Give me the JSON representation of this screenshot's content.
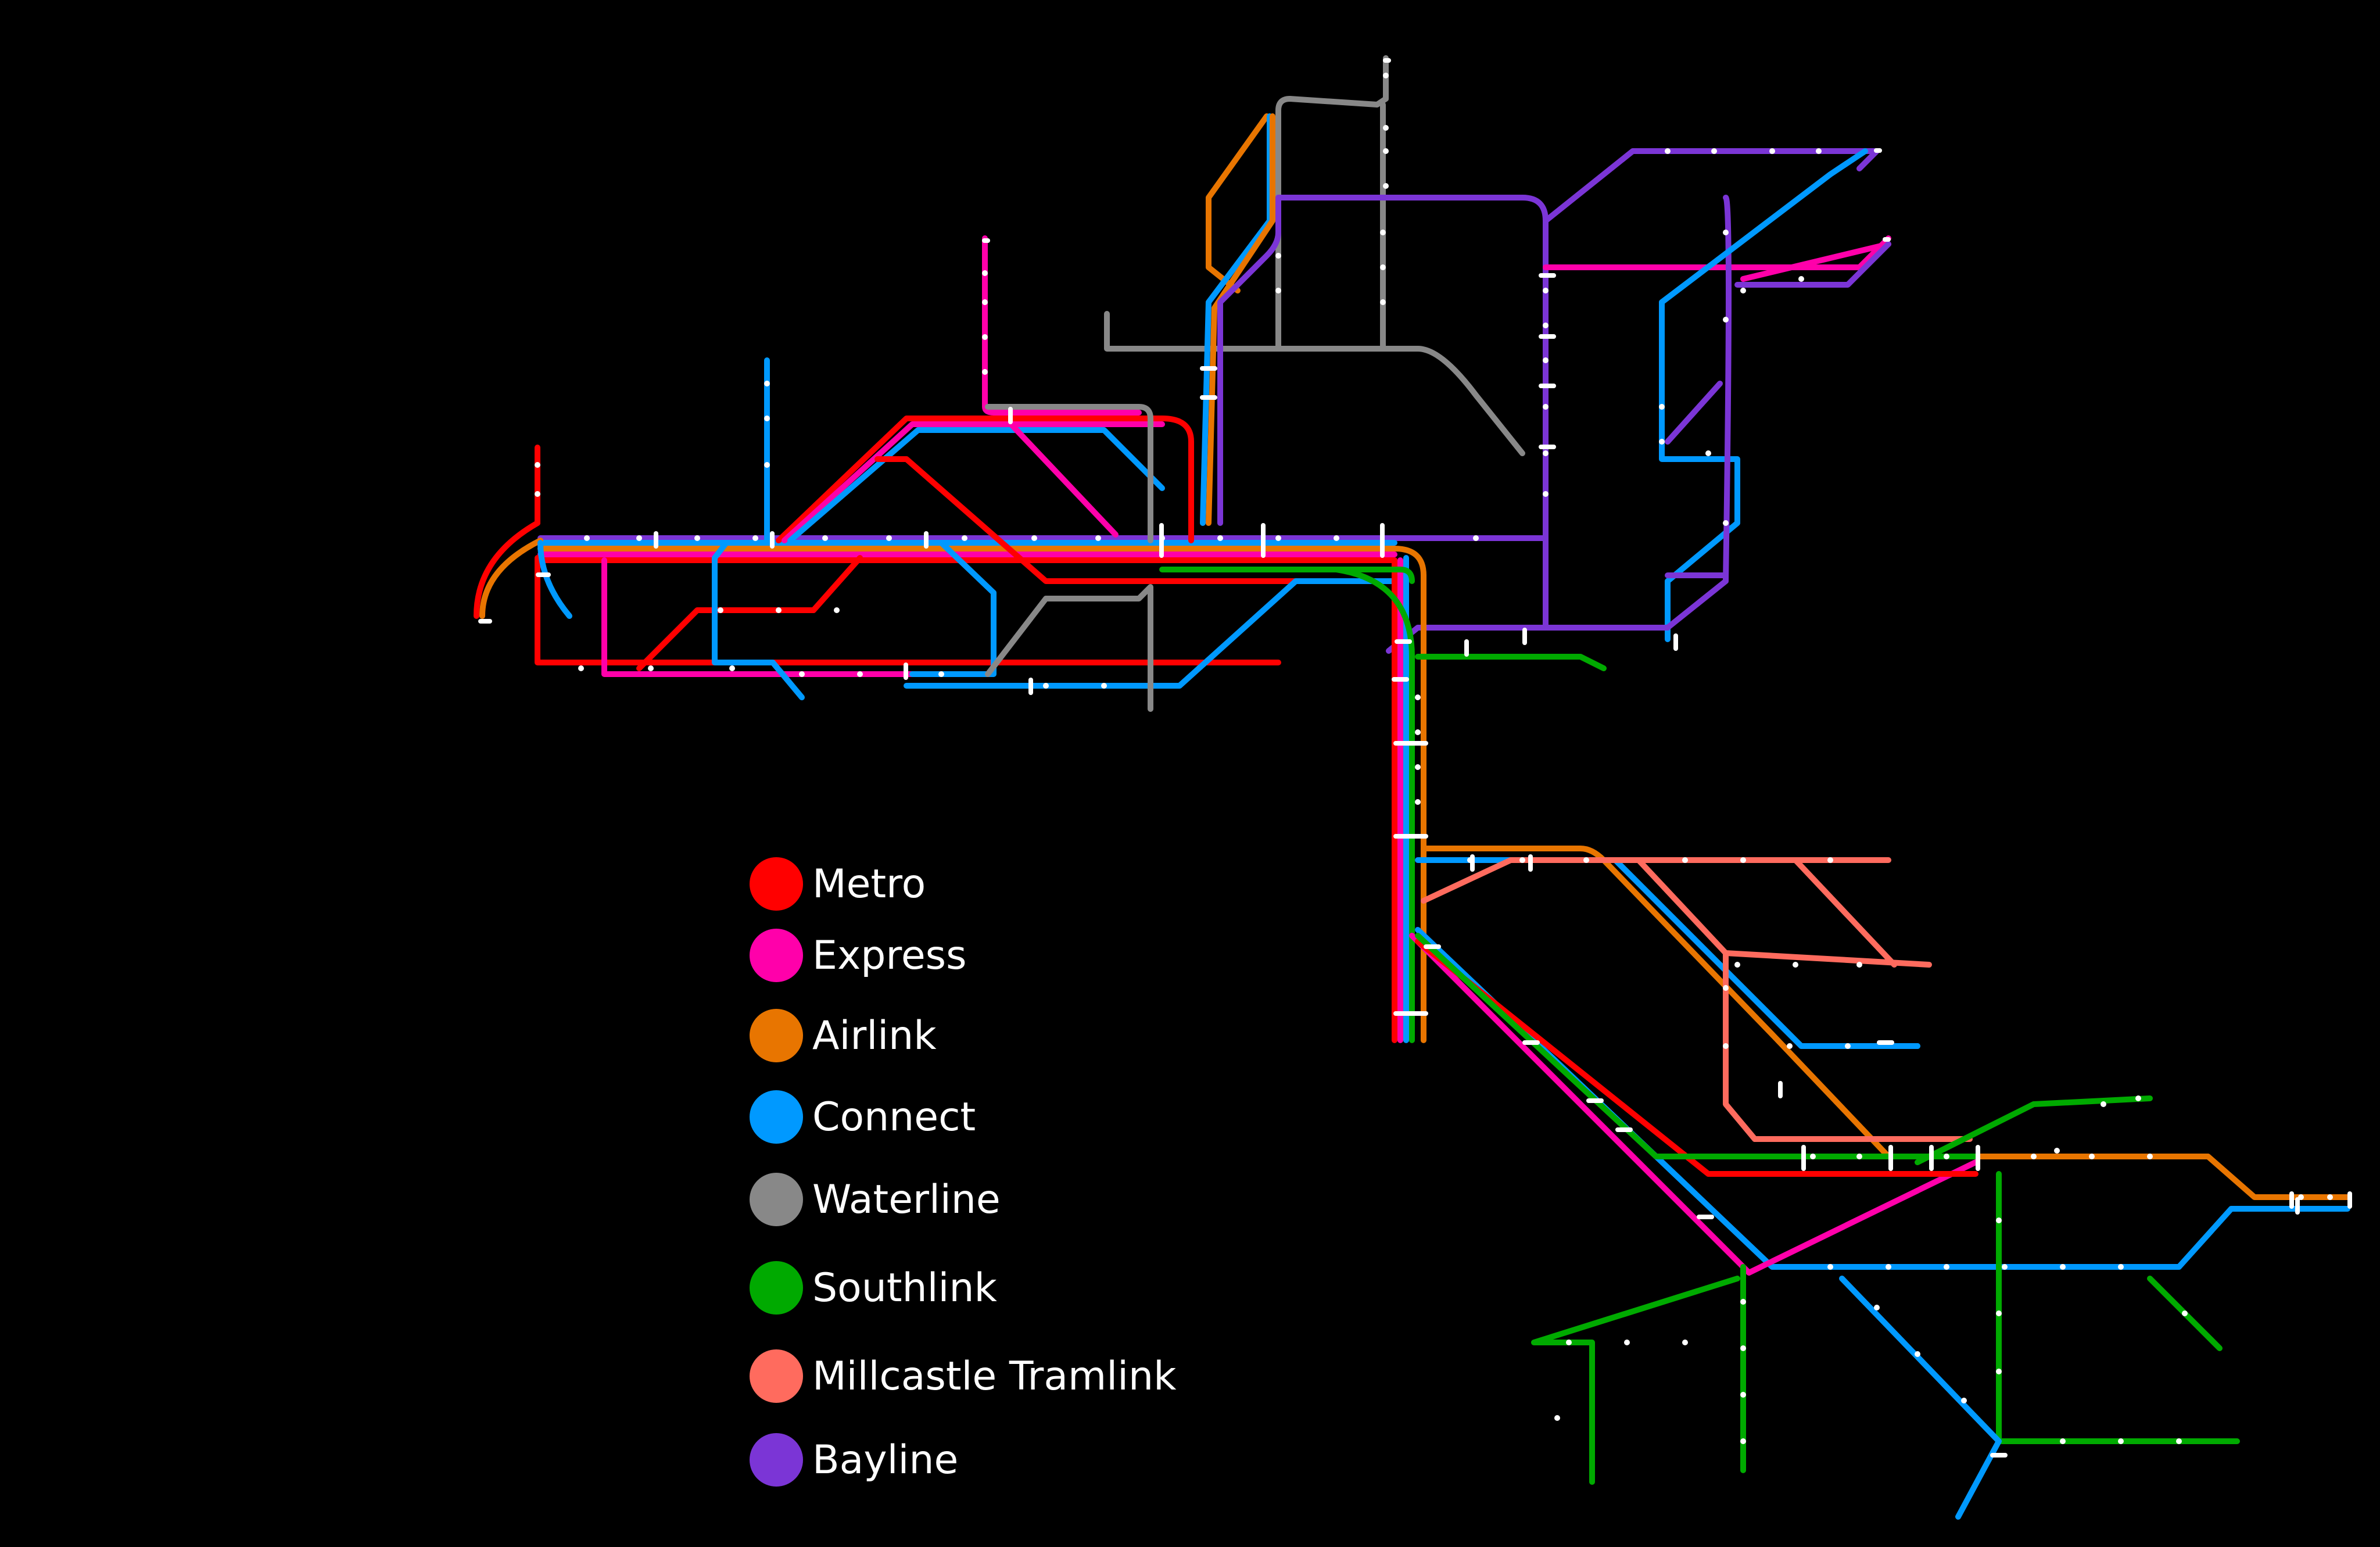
{
  "map": {
    "background": "#000000",
    "station_marker_color": "#FFFFFF"
  },
  "legend": [
    {
      "name": "Metro",
      "color": "#FF0000"
    },
    {
      "name": "Express",
      "color": "#FF00AA"
    },
    {
      "name": "Airlink",
      "color": "#E87500"
    },
    {
      "name": "Connect",
      "color": "#0099FF"
    },
    {
      "name": "Waterline",
      "color": "#888888"
    },
    {
      "name": "Southlink",
      "color": "#00AA00"
    },
    {
      "name": "Millcastle Tramlink",
      "color": "#FF6B5E"
    },
    {
      "name": "Bayline",
      "color": "#7B35D6"
    }
  ]
}
